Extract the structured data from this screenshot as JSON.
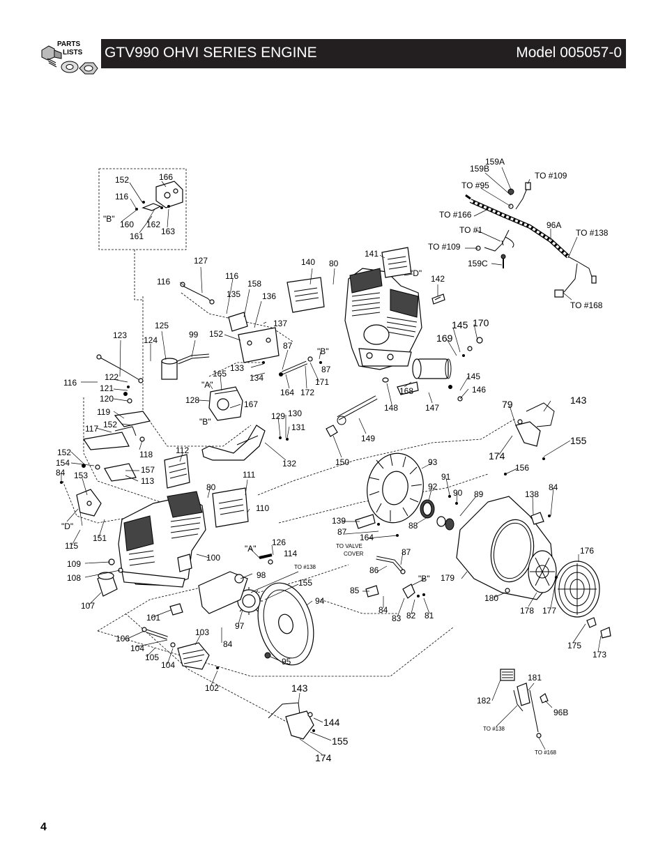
{
  "header": {
    "title": "GTV990 OHVI SERIES ENGINE",
    "model": "Model 005057-0",
    "logo_text_1": "PARTS",
    "logo_text_2": "LISTS"
  },
  "page_number": "4",
  "callouts": {
    "c159A": "159A",
    "c159B": "159B",
    "to109a": "TO #109",
    "to95": "TO #95",
    "to166": "TO #166",
    "c96A": "96A",
    "to1": "TO #1",
    "to138a": "TO #138",
    "to109b": "TO #109",
    "c159C": "159C",
    "to168a": "TO #168",
    "c166": "166",
    "c152a": "152",
    "c116a": "116",
    "B1": "\"B\"",
    "c160": "160",
    "c162": "162",
    "c161": "161",
    "c163": "163",
    "c127": "127",
    "c116b": "116",
    "c116c": "116",
    "c158": "158",
    "c135": "135",
    "c136": "136",
    "c137": "137",
    "c140": "140",
    "c80a": "80",
    "c141": "141",
    "D1": "\"D\"",
    "c142": "142",
    "c125": "125",
    "c124": "124",
    "c99": "99",
    "c152b": "152",
    "c87a": "87",
    "B2": "\"B\"",
    "c87b": "87",
    "c133": "133",
    "c134": "134",
    "c165": "165",
    "c171": "171",
    "c164a": "164",
    "c172": "172",
    "A1": "\"A\"",
    "c128": "128",
    "c167": "167",
    "c123": "123",
    "c116d": "116",
    "c122": "122",
    "c121": "121",
    "c120": "120",
    "c119": "119",
    "c117": "117",
    "c152c": "152",
    "c118": "118",
    "c152d": "152",
    "c154": "154",
    "c157": "157",
    "c113": "113",
    "c84a": "84",
    "c153": "153",
    "B3": "\"B\"",
    "c129": "129",
    "c130": "130",
    "c131": "131",
    "c132": "132",
    "c145a": "145",
    "c170": "170",
    "c169": "169",
    "c168": "168",
    "c145b": "145",
    "c146": "146",
    "c147": "147",
    "c148": "148",
    "c149": "149",
    "c150": "150",
    "c79": "79",
    "c143a": "143",
    "c174a": "174",
    "c155a": "155",
    "c112": "112",
    "c111": "111",
    "c80b": "80",
    "c110": "110",
    "D2": "\"D\"",
    "c115": "115",
    "c151": "151",
    "c109": "109",
    "c108": "108",
    "c107": "107",
    "c100": "100",
    "A2": "\"A\"",
    "c126": "126",
    "c114": "114",
    "c98": "98",
    "to138b": "TO #138",
    "c155b": "155",
    "c94": "94",
    "c97": "97",
    "c95": "95",
    "c101": "101",
    "c106": "106",
    "c104a": "104",
    "c105": "105",
    "c104b": "104",
    "c103": "103",
    "c102": "102",
    "c84b": "84",
    "c93": "93",
    "c91": "91",
    "c92": "92",
    "c90": "90",
    "c89": "89",
    "c88": "88",
    "c139": "139",
    "c87c": "87",
    "c164b": "164",
    "to_valve_1": "TO VALVE",
    "to_valve_2": "COVER",
    "c87d": "87",
    "c86": "86",
    "B4": "\"B\"",
    "c85": "85",
    "c84c": "84",
    "c83": "83",
    "c82": "82",
    "c81": "81",
    "c156": "156",
    "c138": "138",
    "c84d": "84",
    "c179": "179",
    "c176": "176",
    "c180": "180",
    "c178": "178",
    "c177": "177",
    "c175": "175",
    "c173": "173",
    "c143b": "143",
    "c144": "144",
    "c155c": "155",
    "c174b": "174",
    "c182": "182",
    "c181": "181",
    "c96B": "96B",
    "to138c": "TO #138",
    "to168b": "TO #168"
  }
}
